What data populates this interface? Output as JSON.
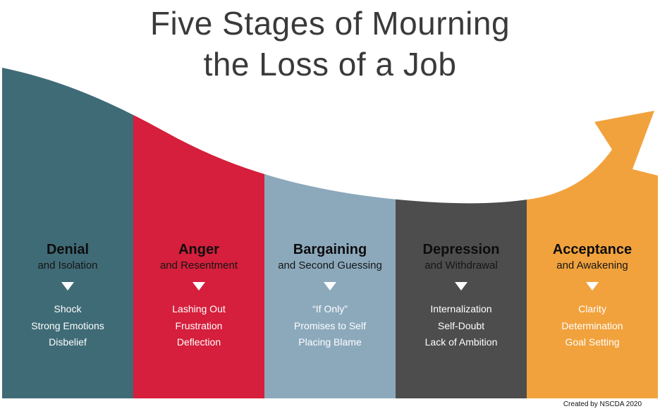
{
  "title": {
    "line1": "Five Stages of Mourning",
    "line2": "the Loss of a Job"
  },
  "credit": "Created by NSCDA 2020",
  "stages": [
    {
      "name": "Denial",
      "subtitle": "and Isolation",
      "color": "#3f6b76",
      "items": [
        "Shock",
        "Strong Emotions",
        "Disbelief"
      ]
    },
    {
      "name": "Anger",
      "subtitle": "and Resentment",
      "color": "#d51f3c",
      "items": [
        "Lashing Out",
        "Frustration",
        "Deflection"
      ]
    },
    {
      "name": "Bargaining",
      "subtitle": "and Second Guessing",
      "color": "#8ca9bc",
      "items": [
        "“If Only”",
        "Promises to Self",
        "Placing Blame"
      ]
    },
    {
      "name": "Depression",
      "subtitle": "and Withdrawal",
      "color": "#4e4d4d",
      "items": [
        "Internalization",
        "Self-Doubt",
        "Lack of Ambition"
      ]
    },
    {
      "name": "Acceptance",
      "subtitle": "and Awakening",
      "color": "#f1a23d",
      "items": [
        "Clarity",
        "Determination",
        "Goal Setting"
      ]
    }
  ]
}
